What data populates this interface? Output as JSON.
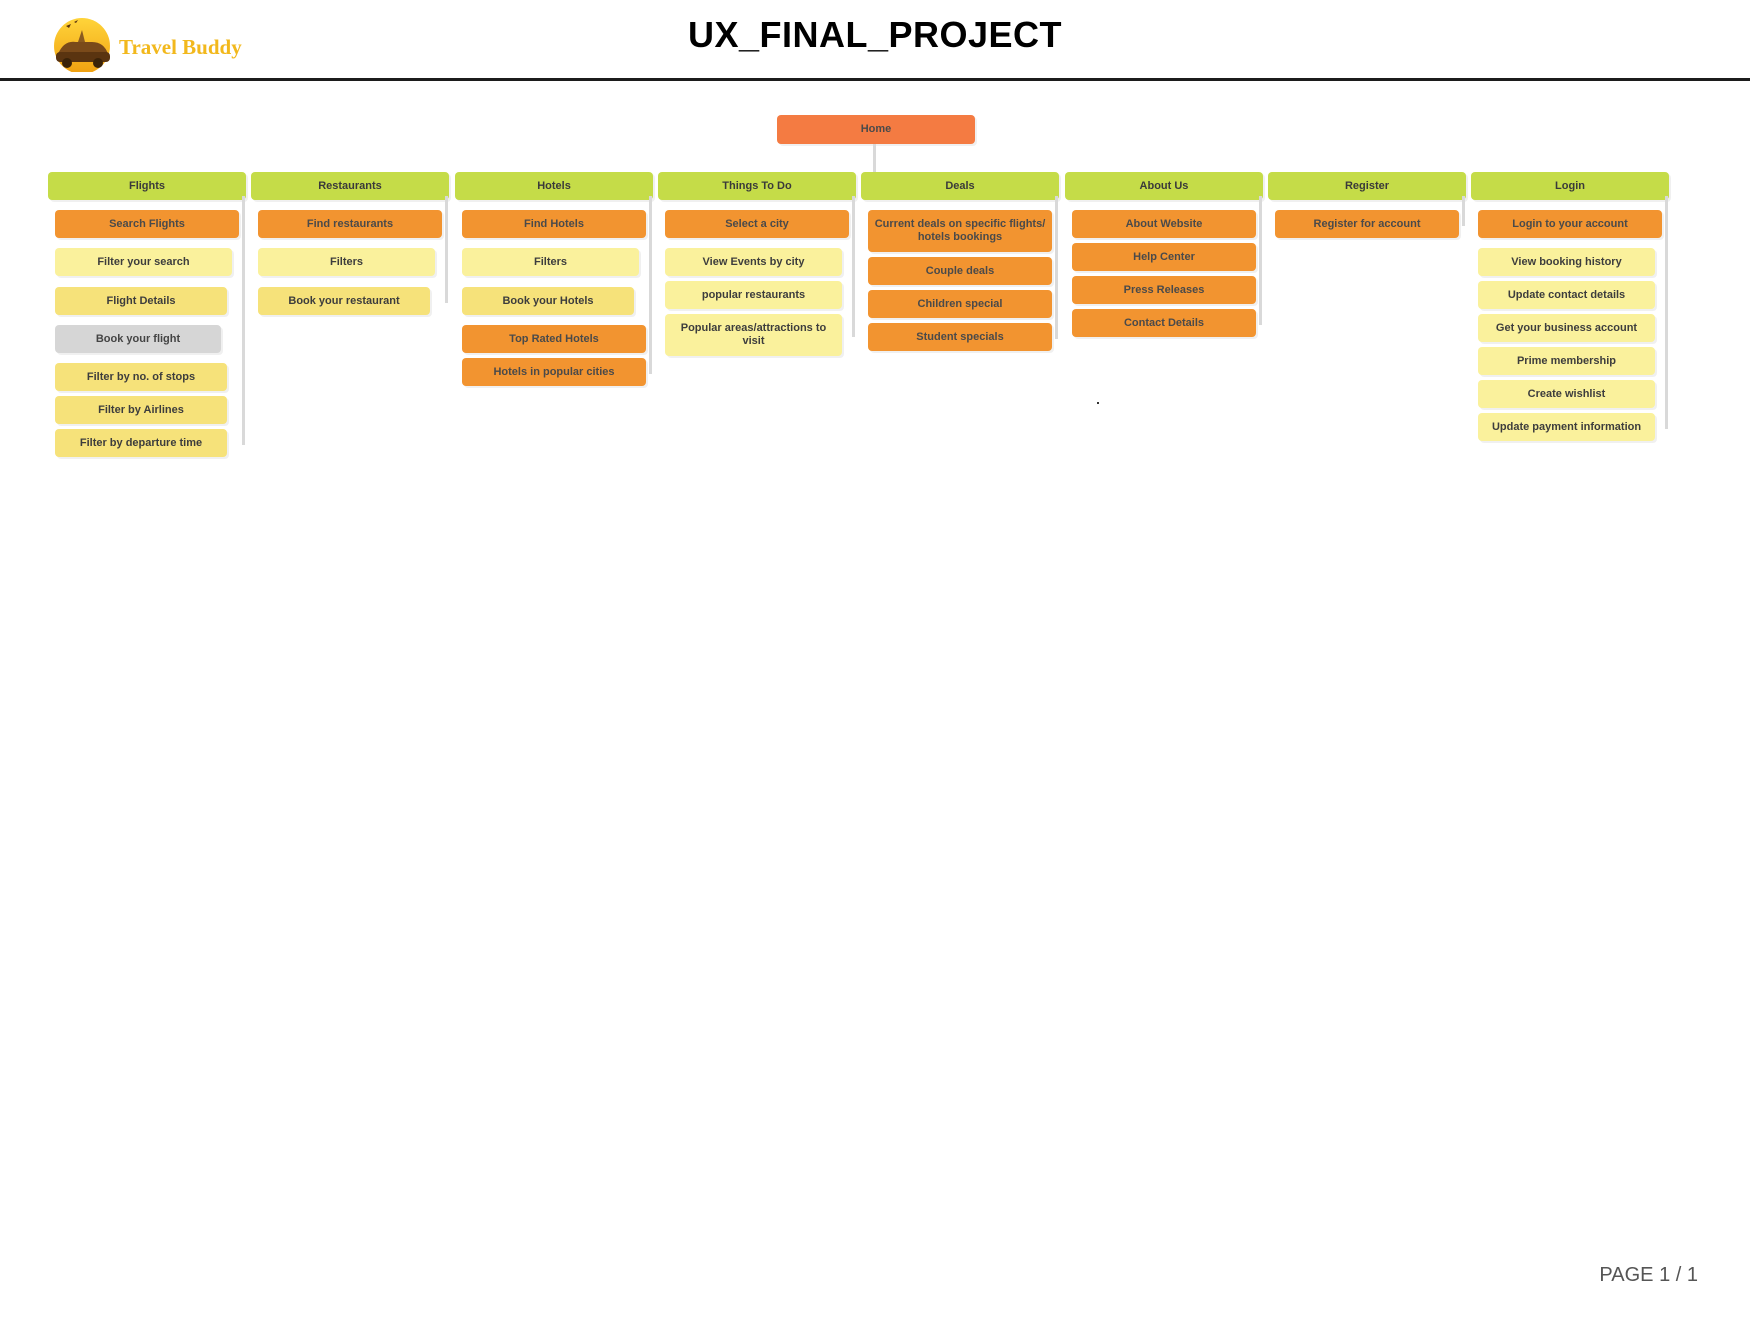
{
  "header": {
    "brand": "Travel Buddy",
    "title": "UX_FINAL_PROJECT"
  },
  "footer": {
    "page": "PAGE 1 / 1"
  },
  "colors": {
    "home": "#f47b42",
    "category": "#c5dc48",
    "orange": "#f29430",
    "yellow": "#f6e27a",
    "light_yellow": "#faf19c",
    "gray": "#d6d6d6",
    "connector": "#d9d9d9"
  },
  "sitemap": {
    "root": "Home",
    "columns": [
      {
        "label": "Flights",
        "children": [
          {
            "label": "Search Flights",
            "color": "orange"
          },
          {
            "label": "Filter your search",
            "color": "light_yellow"
          },
          {
            "label": "Flight Details",
            "color": "yellow"
          },
          {
            "label": "Book your flight",
            "color": "gray"
          },
          {
            "label": "Filter by no. of stops",
            "color": "yellow"
          },
          {
            "label": "Filter by Airlines",
            "color": "yellow"
          },
          {
            "label": "Filter by departure time",
            "color": "yellow"
          }
        ]
      },
      {
        "label": "Restaurants",
        "children": [
          {
            "label": "Find restaurants",
            "color": "orange"
          },
          {
            "label": "Filters",
            "color": "light_yellow"
          },
          {
            "label": "Book your restaurant",
            "color": "yellow"
          }
        ]
      },
      {
        "label": "Hotels",
        "children": [
          {
            "label": "Find Hotels",
            "color": "orange"
          },
          {
            "label": "Filters",
            "color": "light_yellow"
          },
          {
            "label": "Book your Hotels",
            "color": "yellow"
          },
          {
            "label": "Top Rated Hotels",
            "color": "orange"
          },
          {
            "label": "Hotels in popular cities",
            "color": "orange"
          }
        ]
      },
      {
        "label": "Things To Do",
        "children": [
          {
            "label": "Select a city",
            "color": "orange"
          },
          {
            "label": "View Events by city",
            "color": "light_yellow"
          },
          {
            "label": "popular restaurants",
            "color": "light_yellow"
          },
          {
            "label": "Popular areas/attractions to visit",
            "color": "light_yellow"
          }
        ]
      },
      {
        "label": "Deals",
        "children": [
          {
            "label": "Current deals on specific flights/ hotels bookings",
            "color": "orange"
          },
          {
            "label": "Couple deals",
            "color": "orange"
          },
          {
            "label": "Children special",
            "color": "orange"
          },
          {
            "label": "Student specials",
            "color": "orange"
          }
        ]
      },
      {
        "label": "About Us",
        "children": [
          {
            "label": "About Website",
            "color": "orange"
          },
          {
            "label": "Help Center",
            "color": "orange"
          },
          {
            "label": "Press Releases",
            "color": "orange"
          },
          {
            "label": "Contact Details",
            "color": "orange"
          }
        ]
      },
      {
        "label": "Register",
        "children": [
          {
            "label": "Register for account",
            "color": "orange"
          }
        ]
      },
      {
        "label": "Login",
        "children": [
          {
            "label": "Login to your account",
            "color": "orange"
          },
          {
            "label": "View booking history",
            "color": "light_yellow"
          },
          {
            "label": "Update contact details",
            "color": "light_yellow"
          },
          {
            "label": "Get your business account",
            "color": "light_yellow"
          },
          {
            "label": "Prime membership",
            "color": "light_yellow"
          },
          {
            "label": "Create wishlist",
            "color": "light_yellow"
          },
          {
            "label": "Update payment information",
            "color": "light_yellow"
          }
        ]
      }
    ]
  }
}
